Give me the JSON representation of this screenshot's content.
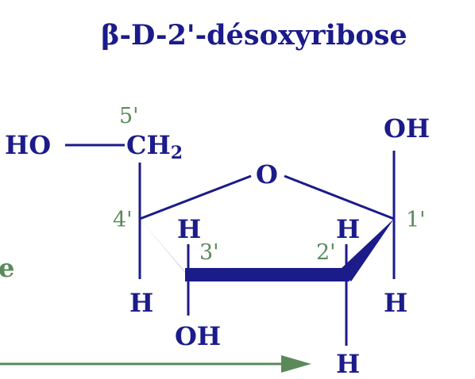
{
  "title": "β-D-2'-désoxyribose",
  "atoms": {
    "ho_left": "HO",
    "ch": "CH",
    "ch_sub": "2",
    "o_ring": "O",
    "oh_top": "OH",
    "h4_down": "H",
    "h3_up": "H",
    "oh3": "OH",
    "h2_up": "H",
    "h2_down": "H",
    "h1_down": "H"
  },
  "carbon_numbers": {
    "c5": "5'",
    "c4": "4'",
    "c3": "3'",
    "c2": "2'",
    "c1": "1'"
  },
  "partial_label": "e",
  "colors": {
    "structure": "#1b1b8a",
    "numbering": "#5a8a5a",
    "arrow": "#5a8a5a"
  }
}
